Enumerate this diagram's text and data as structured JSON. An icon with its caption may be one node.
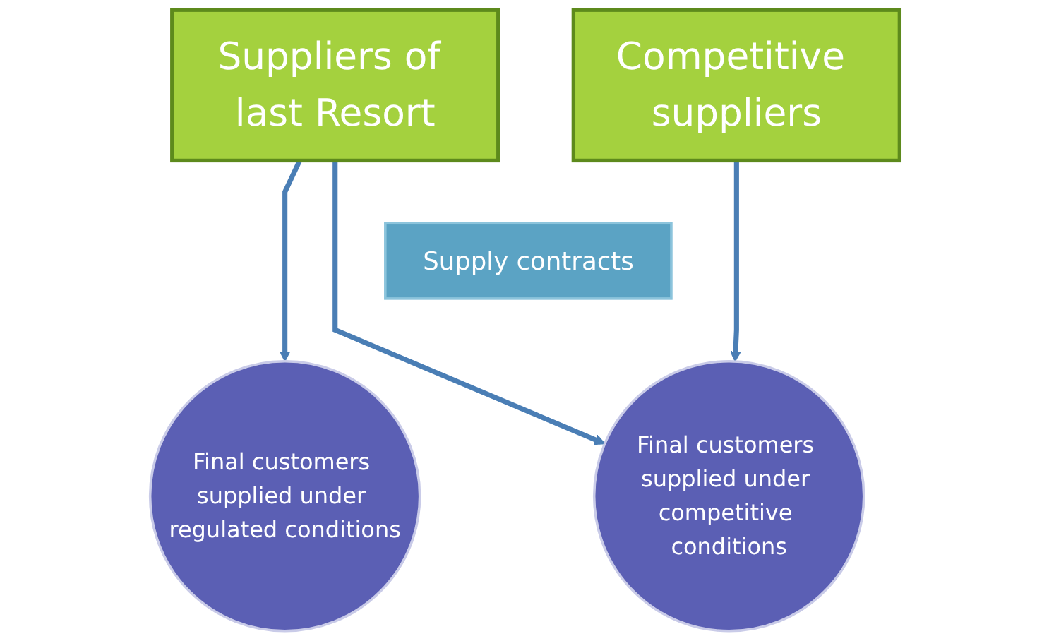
{
  "diagram": {
    "nodes": [
      {
        "text": [
          "Suppliers of last Resort"
        ]
      },
      {
        "text": [
          "Competitive suppliers"
        ]
      },
      {
        "text": [
          "Supply contracts"
        ]
      },
      {
        "text": [
          "Final customers supplied under regulated conditions"
        ]
      },
      {
        "text": [
          "Final customers supplied under competitive conditions"
        ]
      }
    ],
    "edges": [
      {
        "from": 0,
        "to": 3,
        "arrow": "to"
      },
      {
        "from": 0,
        "to": 4,
        "arrow": "to"
      },
      {
        "from": 1,
        "to": 4,
        "arrow": "to"
      }
    ]
  }
}
